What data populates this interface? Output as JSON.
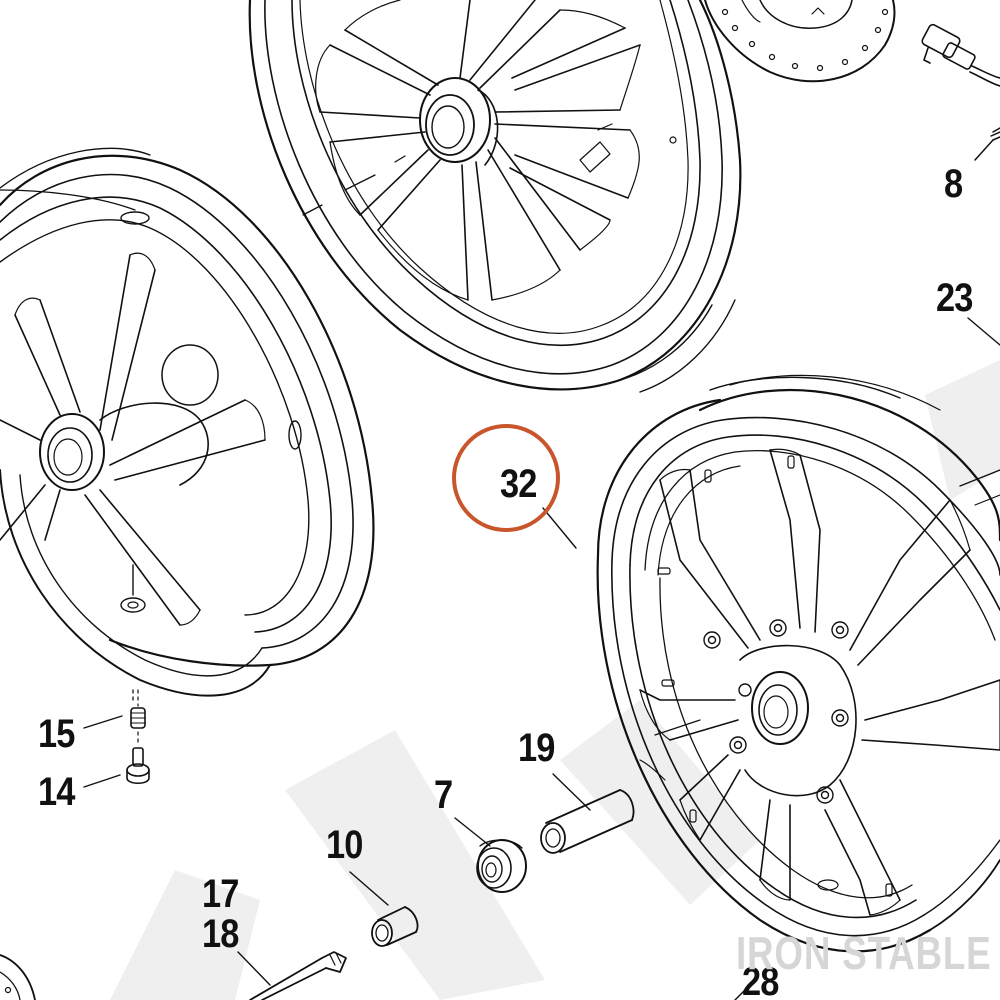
{
  "diagram": {
    "callouts": [
      {
        "id": "8",
        "label": "8"
      },
      {
        "id": "23",
        "label": "23"
      },
      {
        "id": "32",
        "label": "32",
        "highlighted": true
      },
      {
        "id": "15",
        "label": "15"
      },
      {
        "id": "14",
        "label": "14"
      },
      {
        "id": "19",
        "label": "19"
      },
      {
        "id": "7",
        "label": "7"
      },
      {
        "id": "10",
        "label": "10"
      },
      {
        "id": "17",
        "label": "17"
      },
      {
        "id": "18",
        "label": "18"
      },
      {
        "id": "28",
        "label": "28"
      }
    ],
    "watermark": "IRON STABLE"
  },
  "colors": {
    "line": "#111111",
    "highlight": "#c8552b",
    "watermark": "#d6d6d6",
    "watermark_shape": "#efefef"
  }
}
